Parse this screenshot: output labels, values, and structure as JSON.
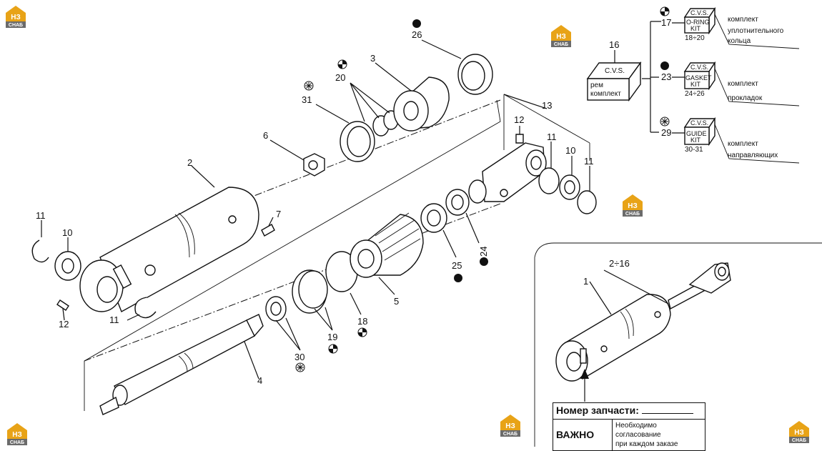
{
  "colors": {
    "brand": "#e8a317",
    "brand_dark": "#6b6b6b",
    "ink": "#111111"
  },
  "brand_logo": {
    "top": "НЗ",
    "bottom": "СНАБ"
  },
  "callouts": {
    "c2": "2",
    "c3": "3",
    "c4": "4",
    "c5": "5",
    "c6": "6",
    "c7": "7",
    "c10a": "10",
    "c10b": "10",
    "c11a": "11",
    "c11b": "11",
    "c11c": "11",
    "c11d": "11",
    "c12a": "12",
    "c12b": "12",
    "c13": "13",
    "c18": "18",
    "c19": "19",
    "c20": "20",
    "c24": "24",
    "c25": "25",
    "c26": "26",
    "c30": "30",
    "c31": "31"
  },
  "kits": {
    "main": {
      "number": "16",
      "box_brand": "C.V.S.",
      "label_line1": "рем",
      "label_line2": "комплект"
    },
    "oring": {
      "number": "17",
      "box_brand": "C.V.S.",
      "box_line1": "O-RING",
      "box_line2": "KIT",
      "range": "18÷20",
      "desc1": "комплект",
      "desc2": "уплотнительного",
      "desc3": "кольца"
    },
    "gasket": {
      "number": "23",
      "box_brand": "C.V.S.",
      "box_line1": "GASKET",
      "box_line2": "KIT",
      "range": "24÷26",
      "desc1": "комплект",
      "desc2": "прокладок"
    },
    "guide": {
      "number": "29",
      "box_brand": "C.V.S.",
      "box_line1": "GUIDE",
      "box_line2": "KIT",
      "range": "30-31",
      "desc1": "комплект",
      "desc2": "направляющих"
    }
  },
  "assembly_inset": {
    "c1": "1",
    "c2_16": "2÷16"
  },
  "info_box": {
    "part_number_label": "Номер запчасти:",
    "important_label": "ВАЖНО",
    "important_note_line1": "Необходимо согласование",
    "important_note_line2": "при каждом заказе"
  }
}
